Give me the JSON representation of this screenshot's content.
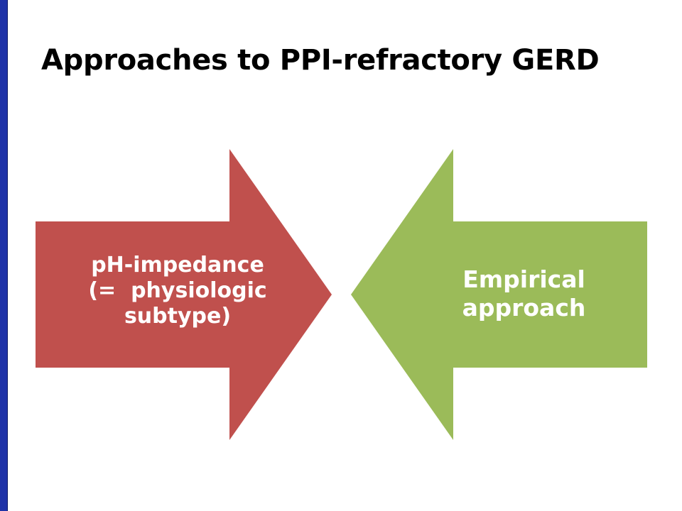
{
  "slide": {
    "title": "Approaches to PPI-refractory GERD"
  },
  "arrows": {
    "left": {
      "lines": [
        "pH-impedance",
        "(=  physiologic",
        "subtype)"
      ],
      "color": "#c0504d",
      "direction": "right"
    },
    "right": {
      "lines": [
        "Empirical",
        "approach"
      ],
      "color": "#9bbb59",
      "direction": "left"
    }
  },
  "colors": {
    "left_border": "#1f33a8",
    "background": "#ffffff"
  }
}
